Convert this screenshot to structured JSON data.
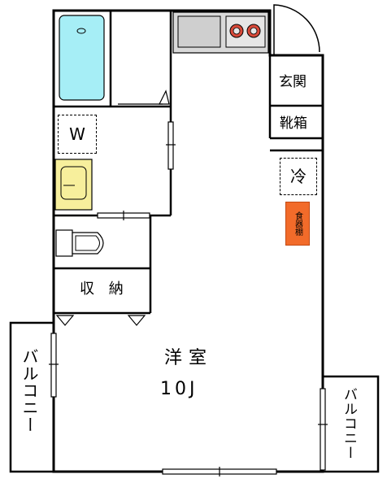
{
  "rooms": {
    "western_room": "洋室",
    "western_room_size": "10J",
    "entrance": "玄関",
    "shoe_box": "靴箱",
    "storage": "収 納",
    "washer": "W",
    "fridge": "冷",
    "cupboard": "食器棚",
    "balcony_left": "バルコニー",
    "balcony_right": "バルコニー"
  },
  "colors": {
    "bathtub": "#a6eef6",
    "sink": "#f7ef9c",
    "kitchen_counter": "#d9d9d9",
    "cupboard": "#f26b2a",
    "stove": "#c8342a"
  }
}
